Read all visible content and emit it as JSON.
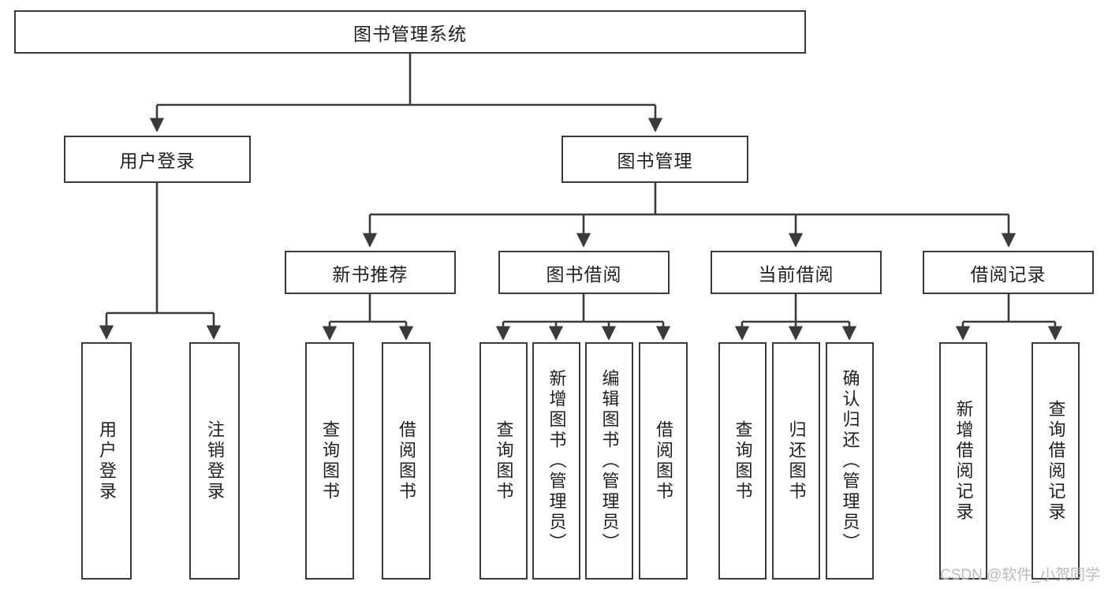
{
  "diagram": {
    "title": "图书管理系统",
    "type": "tree-hierarchy",
    "root": {
      "label": "图书管理系统"
    },
    "level2": [
      {
        "label": "用户登录"
      },
      {
        "label": "图书管理"
      }
    ],
    "level3": [
      {
        "label": "新书推荐"
      },
      {
        "label": "图书借阅"
      },
      {
        "label": "当前借阅"
      },
      {
        "label": "借阅记录"
      }
    ],
    "leaves": {
      "user_login": [
        {
          "label": "用户登录"
        },
        {
          "label": "注销登录"
        }
      ],
      "new_book_recommend": [
        {
          "label": "查询图书"
        },
        {
          "label": "借阅图书"
        }
      ],
      "book_borrow": [
        {
          "label": "查询图书"
        },
        {
          "label": "新增图书（管理员）"
        },
        {
          "label": "编辑图书（管理员）"
        },
        {
          "label": "借阅图书"
        }
      ],
      "current_borrow": [
        {
          "label": "查询图书"
        },
        {
          "label": "归还图书"
        },
        {
          "label": "确认归还（管理员）"
        }
      ],
      "borrow_record": [
        {
          "label": "新增借阅记录"
        },
        {
          "label": "查询借阅记录"
        }
      ]
    }
  },
  "watermark": {
    "text": "CSDN @软件_小贺同学"
  },
  "colors": {
    "stroke": "#3a3a3a",
    "fill": "#ffffff",
    "text": "#1f1f1f",
    "watermark": "#b9b9b9"
  }
}
